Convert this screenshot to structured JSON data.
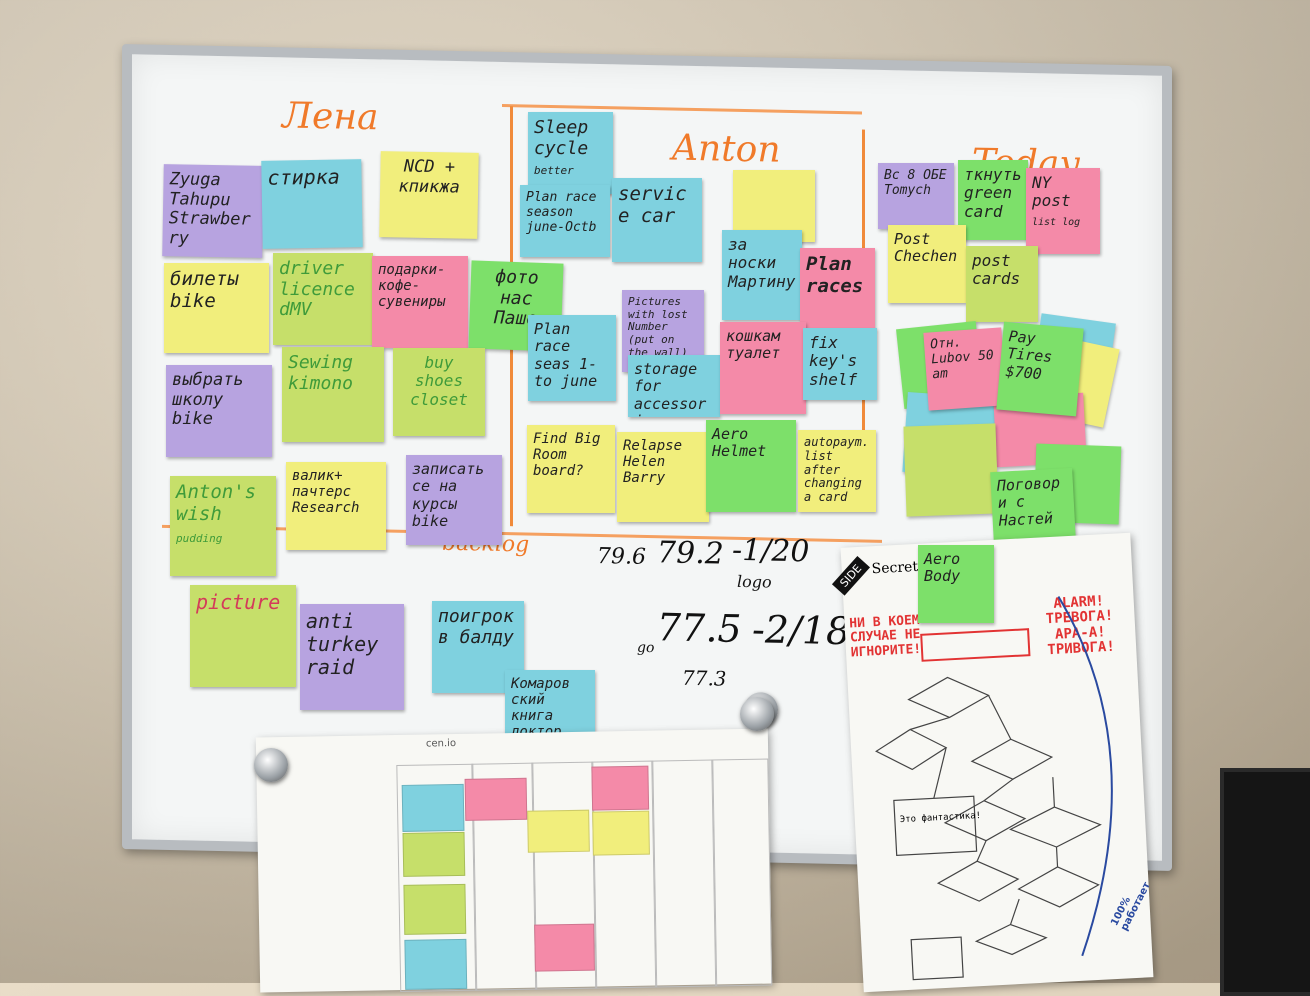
{
  "headers": {
    "col1": "Лена",
    "col2": "Anton",
    "col3": "Today",
    "backlog": "backlog"
  },
  "notes": {
    "n1": "Zyuga Tahupu Strawberry",
    "n2": "стирка",
    "n3": "NCD + кпикжа",
    "n4": "Sleep cycle",
    "n4b": "better",
    "n5": "Plan race season june-Octb",
    "n6": "service car",
    "n7": "билеты bike",
    "n8": "driver licence dMV",
    "n9": "подарки-кофе-сувениры",
    "n10": "фото нас Паше",
    "n11": "за носки Мартину",
    "n12": "Plan races",
    "n13": "выбрать школу bike",
    "n14": "Sewing kimono",
    "n15": "buy shoes closet",
    "n16": "Pictures with lost Number (put on the wall)",
    "n17": "Plan race seas 1-to june",
    "n18": "storage for accessories",
    "n19": "кошкам туалет",
    "n20": "fix key's shelf",
    "n21": "Find Big Room board?",
    "n22": "Relapse Helen Barry",
    "n23": "Aero Helmet",
    "n24": "autopaym. list after changing a card",
    "n25": "валик+ пачтерс Research",
    "n26": "записать се на курсы bike",
    "n27": "Anton's wish",
    "n27b": "pudding",
    "n28": "picture",
    "n29": "anti turkey raid",
    "n30": "поигрок в балду",
    "n31": "Комаров ский книга доктор",
    "t1": "Вс 8 ОБЕ Tomych",
    "t2": "ткнуть green card",
    "t3": "NY post",
    "t3b": "list log",
    "t4": "Post Chechen",
    "t5": "post cards",
    "t6": "Отн. Lubov 50 am",
    "t7": "Pay Tires $700",
    "t8": "Поговори с Настей",
    "t9": "Aero Body"
  },
  "weights": {
    "w1": "79.6",
    "w2": "79.2",
    "w3": "-1/20",
    "w4": "logo",
    "w5": "77.5",
    "w6": "-2/18",
    "w7": "77.3",
    "w8": "go"
  },
  "alarm": {
    "left": "НИ В КОЕМ СЛУЧАЕ НЕ ИГНОРИТЕ!",
    "right": "ALARM! ТРЕВОГА! АРА-А! ТРИВОГА!",
    "tag": "SIDE",
    "title": "Secret",
    "percent": "100% работает",
    "flow_bottom": "Это фантастика!"
  },
  "planner": {
    "title": "cen.io"
  }
}
